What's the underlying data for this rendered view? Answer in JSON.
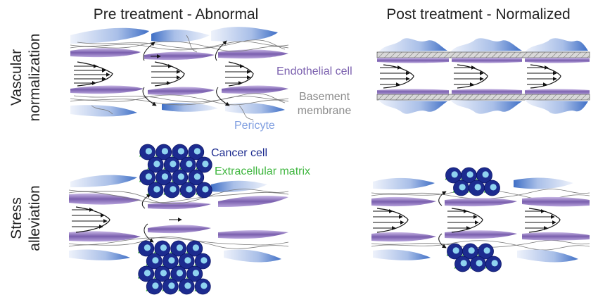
{
  "headings": {
    "pre": "Pre treatment - Abnormal",
    "post": "Post treatment - Normalized"
  },
  "rows": {
    "top": [
      "Vascular",
      "normalization"
    ],
    "bottom": [
      "Stress",
      "alleviation"
    ]
  },
  "legend": {
    "endothelial": "Endothelial cell",
    "basement": [
      "Basement",
      "membrane"
    ],
    "pericyte": "Pericyte",
    "cancer": "Cancer cell",
    "ecm": "Extracellular matrix"
  },
  "colors": {
    "endothelial": "#7a5fae",
    "pericyte": "#4f7fcc",
    "pericyte_light": "#dde6f7",
    "basement": "#8c8c8c",
    "cancer": "#1c2b8f",
    "nucleus": "#8fd3f0",
    "ecm": "#3fb63f",
    "text": "#222222"
  }
}
